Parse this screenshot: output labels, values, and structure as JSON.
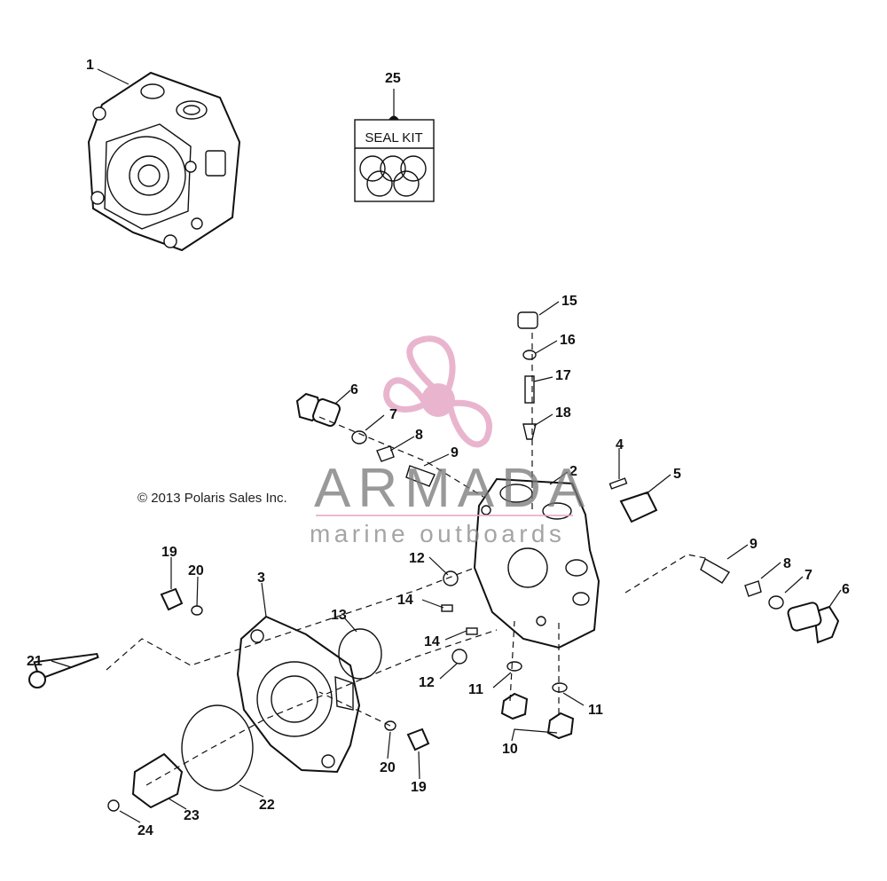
{
  "copyright": "© 2013 Polaris Sales Inc.",
  "watermark": {
    "brand": "ARMADA",
    "tagline": "marine outboards",
    "accent_color": "#e6a9c6",
    "logo_icon": "propeller-logo-icon"
  },
  "seal_kit": {
    "label": "SEAL KIT",
    "callout": "25"
  },
  "callouts": {
    "c1": "1",
    "c2": "2",
    "c3": "3",
    "c4": "4",
    "c5": "5",
    "c6a": "6",
    "c6b": "6",
    "c7a": "7",
    "c7b": "7",
    "c8a": "8",
    "c8b": "8",
    "c9a": "9",
    "c9b": "9",
    "c10": "10",
    "c11a": "11",
    "c11b": "11",
    "c12a": "12",
    "c12b": "12",
    "c13": "13",
    "c14a": "14",
    "c14b": "14",
    "c15": "15",
    "c16": "16",
    "c17": "17",
    "c18": "18",
    "c19a": "19",
    "c19b": "19",
    "c20a": "20",
    "c20b": "20",
    "c21": "21",
    "c22": "22",
    "c23": "23",
    "c24": "24"
  }
}
